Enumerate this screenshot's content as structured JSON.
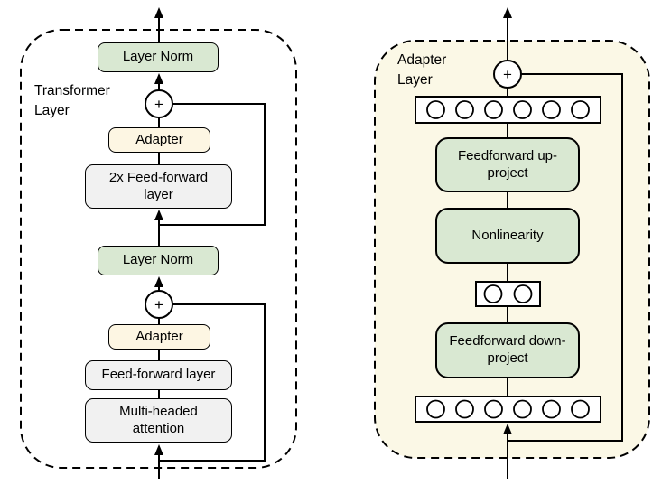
{
  "figure": {
    "left_panel": {
      "title": "Transformer Layer",
      "plus_symbol": "+",
      "boxes": {
        "layer_norm_top": "Layer Norm",
        "adapter_top": "Adapter",
        "feedforward_2x": "2x Feed-forward layer",
        "layer_norm_bottom": "Layer Norm",
        "adapter_bottom": "Adapter",
        "feedforward": "Feed-forward layer",
        "attention": "Multi-headed attention"
      }
    },
    "right_panel": {
      "title": "Adapter Layer",
      "plus_symbol": "+",
      "boxes": {
        "feedforward_up": "Feedforward up-project",
        "nonlinearity": "Nonlinearity",
        "feedforward_down": "Feedforward down-project"
      },
      "feature_rows": {
        "top_row_circle_count": 6,
        "bottleneck_circle_count": 2,
        "bottom_row_circle_count": 6
      }
    },
    "colors": {
      "green_fill": "#d9e8d2",
      "cream_fill": "#fdf6e3",
      "gray_fill": "#f1f1f1",
      "adapter_panel_fill": "#fbf8e6",
      "line": "#000000"
    }
  }
}
